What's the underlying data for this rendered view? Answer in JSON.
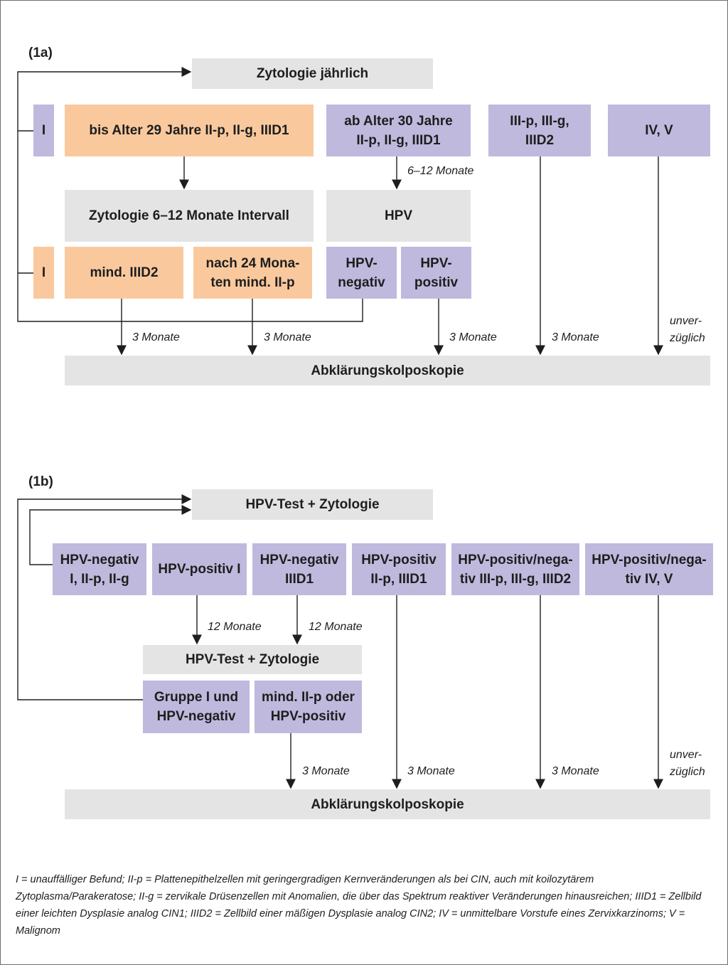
{
  "part_a": {
    "label": "(1a)",
    "top": "Zytologie jährlich",
    "i_upper": "I",
    "young": "bis Alter 29 Jahre II-p, II-g, IIID1",
    "older": "ab Alter 30 Jahre\nII-p, II-g, IIID1",
    "iii": "III-p, III-g,\nIIID2",
    "ivv": "IV, V",
    "zyt_interval": "Zytologie 6–12 Monate Intervall",
    "hpv": "HPV",
    "i_lower": "I",
    "mind_iiid2": "mind. IIID2",
    "nach24": "nach 24 Mona-\nten mind. II-p",
    "hpv_neg": "HPV-\nnegativ",
    "hpv_pos": "HPV-\npositiv",
    "bottom": "Abklärungskolposkopie",
    "lbl_6_12": "6–12 Monate",
    "lbl_3a": "3 Monate",
    "lbl_3b": "3 Monate",
    "lbl_3c": "3 Monate",
    "lbl_3d": "3 Monate",
    "lbl_unv": "unver-\nzüglich"
  },
  "part_b": {
    "label": "(1b)",
    "top": "HPV-Test + Zytologie",
    "b1": "HPV-negativ\nI, II-p, II-g",
    "b2": "HPV-positiv I",
    "b3": "HPV-negativ\nIIID1",
    "b4": "HPV-positiv\nII-p, IIID1",
    "b5": "HPV-positiv/nega-\ntiv III-p, III-g, IIID2",
    "b6": "HPV-positiv/nega-\ntiv IV, V",
    "mid": "HPV-Test + Zytologie",
    "gruppe": "Gruppe I und\nHPV-negativ",
    "mind": "mind. II-p oder\nHPV-positiv",
    "bottom": "Abklärungskolposkopie",
    "lbl_12a": "12 Monate",
    "lbl_12b": "12 Monate",
    "lbl_3a": "3 Monate",
    "lbl_3b": "3 Monate",
    "lbl_3c": "3 Monate",
    "lbl_unv": "unver-\nzüglich"
  },
  "footnote": "I = unauffälliger Befund; II-p = Plattenepithelzellen mit geringergradigen Kernveränderungen als bei CIN, auch mit koilozytärem Zytoplasma/Parakeratose; II-g = zervikale Drüsenzellen mit Anomalien, die über das Spektrum reaktiver Veränderungen hinausreichen; IIID1 = Zellbild einer leichten Dysplasie analog CIN1; IIID2 = Zellbild einer mäßigen Dysplasie analog CIN2; IV = unmittelbare Vorstufe eines Zervixkarzinoms; V = Malignom",
  "colors": {
    "grey": "#e4e4e4",
    "purple": "#bfb9dd",
    "orange": "#f9c99d",
    "line": "#1e1e1e"
  }
}
